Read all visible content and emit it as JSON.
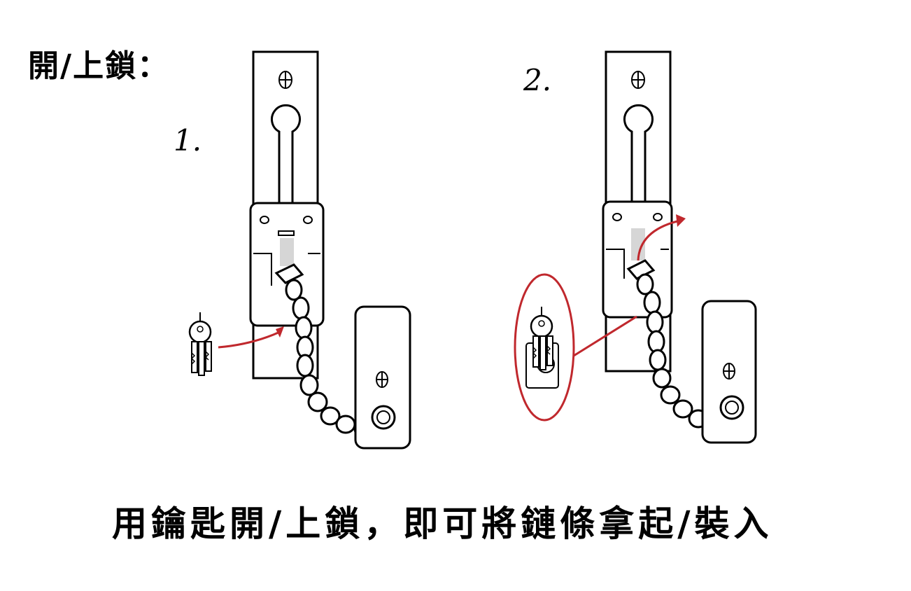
{
  "heading": "開/上鎖：",
  "steps": [
    {
      "label": "1."
    },
    {
      "label": "2."
    }
  ],
  "caption": "用鑰匙開/上鎖，即可將鏈條拿起/裝入",
  "colors": {
    "arrow": "#c0282d",
    "outline": "#000000",
    "background": "#ffffff"
  }
}
